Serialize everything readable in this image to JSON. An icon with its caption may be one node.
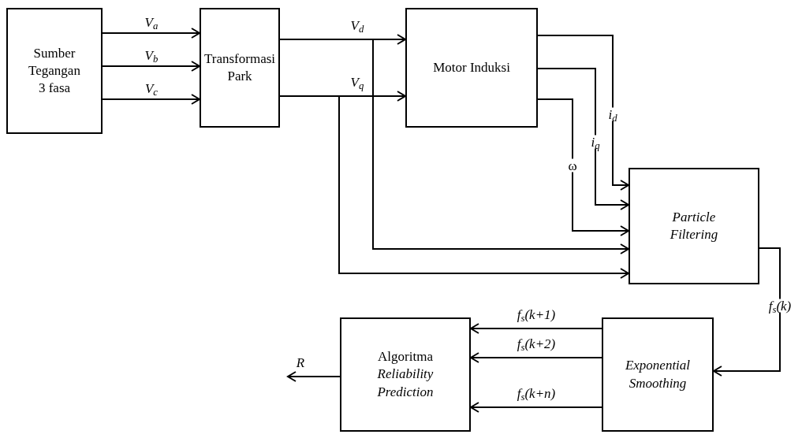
{
  "diagram": {
    "nodes": [
      {
        "text": [
          "Sumber Tegangan 3 fasa"
        ]
      },
      {
        "text": [
          "Transformasi Park"
        ]
      },
      {
        "text": [
          "Motor Induksi"
        ]
      },
      {
        "text": [
          "Particle Filtering"
        ]
      },
      {
        "text": [
          "Exponential Smoothing"
        ]
      },
      {
        "text": [
          "Algoritma *Reliability Prediction*"
        ]
      }
    ],
    "edges": [
      {
        "from": 0,
        "to": 1,
        "arrow": "to",
        "label": "V$_{a}$"
      },
      {
        "from": 0,
        "to": 1,
        "arrow": "to",
        "label": "V$_{b}$"
      },
      {
        "from": 0,
        "to": 1,
        "arrow": "to",
        "label": "V$_{c}$"
      },
      {
        "from": 1,
        "to": 2,
        "arrow": "to",
        "label": "V$_{d}$"
      },
      {
        "from": 1,
        "to": 2,
        "arrow": "to",
        "label": "V$_{q}$"
      },
      {
        "from": 2,
        "to": 3,
        "arrow": "to",
        "label": "i$_{d}$"
      },
      {
        "from": 2,
        "to": 3,
        "arrow": "to",
        "label": "i$_{q}$"
      },
      {
        "from": 2,
        "to": 3,
        "arrow": "to",
        "label": "ω"
      },
      {
        "from": 1,
        "to": 3,
        "arrow": "to"
      },
      {
        "from": 1,
        "to": 3,
        "arrow": "to"
      },
      {
        "from": 3,
        "to": 4,
        "arrow": "to",
        "label": "f$_{s}$(k)"
      },
      {
        "from": 4,
        "to": 5,
        "arrow": "to",
        "label": "f$_{s}$(k+1)"
      },
      {
        "from": 4,
        "to": 5,
        "arrow": "to",
        "label": "f$_{s}$(k+2)"
      },
      {
        "from": 4,
        "to": 5,
        "arrow": "to",
        "label": "f$_{s}$(k+n)"
      },
      {
        "from": 5,
        "to": null,
        "arrow": "to",
        "label": "R"
      }
    ]
  }
}
